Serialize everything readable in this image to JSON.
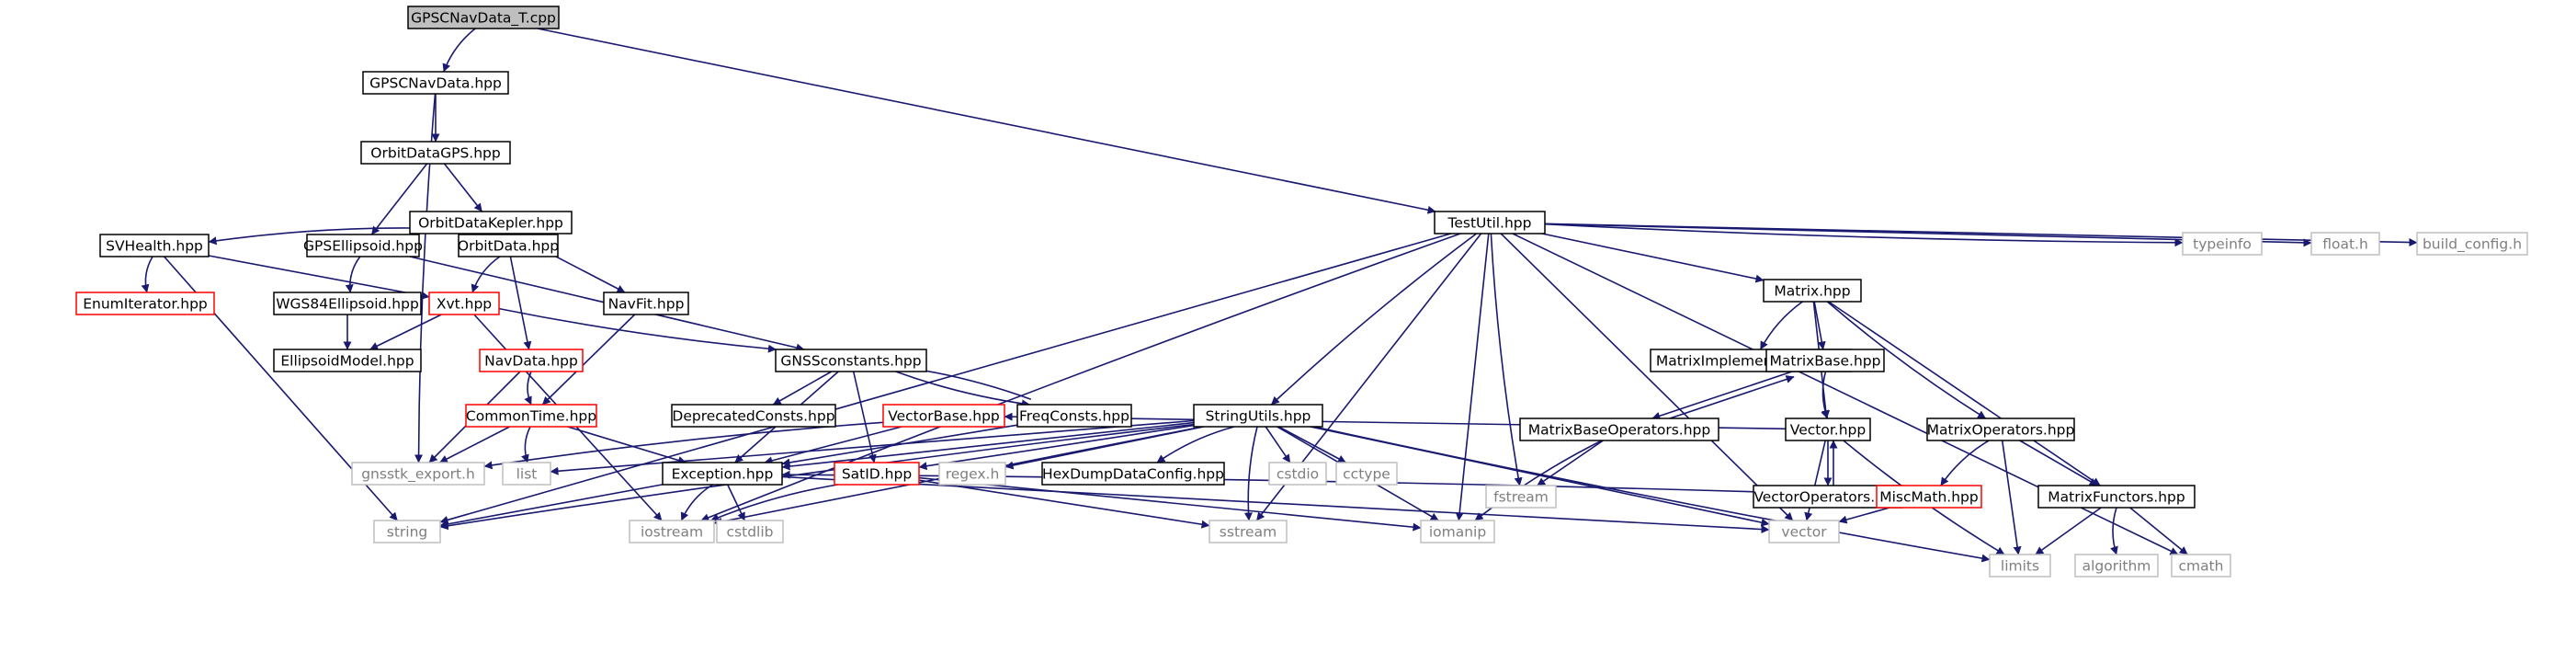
{
  "graph": {
    "colors": {
      "edge": "#191970",
      "root_fill": "#bfbfbf",
      "doc_border": "#000000",
      "doc_text": "#000000",
      "trunc_border": "#ff0000",
      "trunc_text": "#000000",
      "sys_border": "#bfbfbf",
      "sys_text": "#7f7f7f"
    },
    "nodes": [
      {
        "id": "root",
        "label": "GPSCNavData_T.cpp",
        "kind": "root"
      },
      {
        "id": "gpscnavdata",
        "label": "GPSCNavData.hpp",
        "kind": "doc"
      },
      {
        "id": "testutil",
        "label": "TestUtil.hpp",
        "kind": "doc"
      },
      {
        "id": "orbitdatagps",
        "label": "OrbitDataGPS.hpp",
        "kind": "doc"
      },
      {
        "id": "orbitdatakepler",
        "label": "OrbitDataKepler.hpp",
        "kind": "doc"
      },
      {
        "id": "svhealth",
        "label": "SVHealth.hpp",
        "kind": "doc"
      },
      {
        "id": "gpsellipsoid",
        "label": "GPSEllipsoid.hpp",
        "kind": "doc"
      },
      {
        "id": "orbitdata",
        "label": "OrbitData.hpp",
        "kind": "doc"
      },
      {
        "id": "enumiterator",
        "label": "EnumIterator.hpp",
        "kind": "trunc"
      },
      {
        "id": "wgs84",
        "label": "WGS84Ellipsoid.hpp",
        "kind": "doc"
      },
      {
        "id": "xvt",
        "label": "Xvt.hpp",
        "kind": "trunc"
      },
      {
        "id": "navfit",
        "label": "NavFit.hpp",
        "kind": "doc"
      },
      {
        "id": "ellipsoidmodel",
        "label": "EllipsoidModel.hpp",
        "kind": "doc"
      },
      {
        "id": "navdata",
        "label": "NavData.hpp",
        "kind": "trunc"
      },
      {
        "id": "gnssconstants",
        "label": "GNSSconstants.hpp",
        "kind": "doc"
      },
      {
        "id": "commontime",
        "label": "CommonTime.hpp",
        "kind": "trunc"
      },
      {
        "id": "deprecated",
        "label": "DeprecatedConsts.hpp",
        "kind": "doc"
      },
      {
        "id": "vectorbase",
        "label": "VectorBase.hpp",
        "kind": "trunc"
      },
      {
        "id": "freqconsts",
        "label": "FreqConsts.hpp",
        "kind": "doc"
      },
      {
        "id": "stringutils",
        "label": "StringUtils.hpp",
        "kind": "doc"
      },
      {
        "id": "gnsstk_export",
        "label": "gnsstk_export.h",
        "kind": "sys"
      },
      {
        "id": "list",
        "label": "list",
        "kind": "sys"
      },
      {
        "id": "exception",
        "label": "Exception.hpp",
        "kind": "doc"
      },
      {
        "id": "satid",
        "label": "SatID.hpp",
        "kind": "trunc"
      },
      {
        "id": "regex",
        "label": "regex.h",
        "kind": "sys"
      },
      {
        "id": "hexdump",
        "label": "HexDumpDataConfig.hpp",
        "kind": "doc"
      },
      {
        "id": "cstdio",
        "label": "cstdio",
        "kind": "sys"
      },
      {
        "id": "cctype",
        "label": "cctype",
        "kind": "sys"
      },
      {
        "id": "string",
        "label": "string",
        "kind": "sys"
      },
      {
        "id": "iostream",
        "label": "iostream",
        "kind": "sys"
      },
      {
        "id": "cstdlib",
        "label": "cstdlib",
        "kind": "sys"
      },
      {
        "id": "sstream",
        "label": "sstream",
        "kind": "sys"
      },
      {
        "id": "iomanip",
        "label": "iomanip",
        "kind": "sys"
      },
      {
        "id": "vector",
        "label": "vector",
        "kind": "sys"
      },
      {
        "id": "matrix",
        "label": "Matrix.hpp",
        "kind": "doc"
      },
      {
        "id": "matriximpl",
        "label": "MatrixImplementation.hpp",
        "kind": "doc"
      },
      {
        "id": "matrixbase",
        "label": "MatrixBase.hpp",
        "kind": "doc"
      },
      {
        "id": "matrixbaseops",
        "label": "MatrixBaseOperators.hpp",
        "kind": "doc"
      },
      {
        "id": "vectorhpp",
        "label": "Vector.hpp",
        "kind": "doc"
      },
      {
        "id": "fstream",
        "label": "fstream",
        "kind": "sys"
      },
      {
        "id": "vectorops",
        "label": "VectorOperators.hpp",
        "kind": "doc"
      },
      {
        "id": "matrixops",
        "label": "MatrixOperators.hpp",
        "kind": "doc"
      },
      {
        "id": "miscmath",
        "label": "MiscMath.hpp",
        "kind": "trunc"
      },
      {
        "id": "matrixfunctors",
        "label": "MatrixFunctors.hpp",
        "kind": "doc"
      },
      {
        "id": "limits",
        "label": "limits",
        "kind": "sys"
      },
      {
        "id": "algorithm",
        "label": "algorithm",
        "kind": "sys"
      },
      {
        "id": "cmath",
        "label": "cmath",
        "kind": "sys"
      },
      {
        "id": "typeinfo",
        "label": "typeinfo",
        "kind": "sys"
      },
      {
        "id": "floath",
        "label": "float.h",
        "kind": "sys"
      },
      {
        "id": "buildconfig",
        "label": "build_config.h",
        "kind": "sys"
      }
    ],
    "edges": [
      [
        "root",
        "gpscnavdata"
      ],
      [
        "root",
        "testutil"
      ],
      [
        "gpscnavdata",
        "orbitdatagps"
      ],
      [
        "gpscnavdata",
        "gnsstk_export"
      ],
      [
        "orbitdatagps",
        "orbitdatakepler"
      ],
      [
        "orbitdatagps",
        "gpsellipsoid"
      ],
      [
        "orbitdatakepler",
        "svhealth"
      ],
      [
        "orbitdatakepler",
        "orbitdata"
      ],
      [
        "orbitdatakepler",
        "navfit"
      ],
      [
        "svhealth",
        "enumiterator"
      ],
      [
        "svhealth",
        "xvt"
      ],
      [
        "svhealth",
        "string"
      ],
      [
        "gpsellipsoid",
        "wgs84"
      ],
      [
        "gpsellipsoid",
        "gnssconstants"
      ],
      [
        "wgs84",
        "ellipsoidmodel"
      ],
      [
        "orbitdata",
        "xvt"
      ],
      [
        "orbitdata",
        "navdata"
      ],
      [
        "xvt",
        "ellipsoidmodel"
      ],
      [
        "xvt",
        "gnssconstants"
      ],
      [
        "xvt",
        "iostream"
      ],
      [
        "navfit",
        "commontime"
      ],
      [
        "navdata",
        "commontime"
      ],
      [
        "navdata",
        "gnsstk_export"
      ],
      [
        "commontime",
        "gnsstk_export"
      ],
      [
        "commontime",
        "list"
      ],
      [
        "commontime",
        "exception"
      ],
      [
        "gnssconstants",
        "deprecated"
      ],
      [
        "gnssconstants",
        "freqconsts"
      ],
      [
        "gnssconstants",
        "exception"
      ],
      [
        "gnssconstants",
        "satid"
      ],
      [
        "freqconsts",
        "gnssconstants"
      ],
      [
        "freqconsts",
        "exception"
      ],
      [
        "vectorbase",
        "exception"
      ],
      [
        "vectorbase",
        "gnsstk_export"
      ],
      [
        "stringutils",
        "exception"
      ],
      [
        "stringutils",
        "list"
      ],
      [
        "stringutils",
        "string"
      ],
      [
        "stringutils",
        "iostream"
      ],
      [
        "stringutils",
        "regex"
      ],
      [
        "stringutils",
        "hexdump"
      ],
      [
        "stringutils",
        "cstdio"
      ],
      [
        "stringutils",
        "cctype"
      ],
      [
        "stringutils",
        "sstream"
      ],
      [
        "stringutils",
        "iomanip"
      ],
      [
        "stringutils",
        "vector"
      ],
      [
        "stringutils",
        "limits"
      ],
      [
        "stringutils",
        "satid"
      ],
      [
        "exception",
        "string"
      ],
      [
        "exception",
        "iostream"
      ],
      [
        "exception",
        "cstdlib"
      ],
      [
        "exception",
        "vector"
      ],
      [
        "satid",
        "iostream"
      ],
      [
        "satid",
        "sstream"
      ],
      [
        "satid",
        "iomanip"
      ],
      [
        "testutil",
        "stringutils"
      ],
      [
        "testutil",
        "matrix"
      ],
      [
        "testutil",
        "string"
      ],
      [
        "testutil",
        "iostream"
      ],
      [
        "testutil",
        "sstream"
      ],
      [
        "testutil",
        "iomanip"
      ],
      [
        "testutil",
        "fstream"
      ],
      [
        "testutil",
        "vector"
      ],
      [
        "testutil",
        "cmath"
      ],
      [
        "testutil",
        "typeinfo"
      ],
      [
        "testutil",
        "floath"
      ],
      [
        "testutil",
        "buildconfig"
      ],
      [
        "matrix",
        "matriximpl"
      ],
      [
        "matrix",
        "matrixbase"
      ],
      [
        "matrix",
        "vectorhpp"
      ],
      [
        "matrix",
        "matrixops"
      ],
      [
        "matrix",
        "matrixfunctors"
      ],
      [
        "matrixbase",
        "matrixbaseops"
      ],
      [
        "matrixbase",
        "vectorhpp"
      ],
      [
        "matrixbaseops",
        "matrixbase"
      ],
      [
        "matrixbaseops",
        "fstream"
      ],
      [
        "matrixbaseops",
        "iomanip"
      ],
      [
        "vectorhpp",
        "vectorbase"
      ],
      [
        "vectorhpp",
        "vectorops"
      ],
      [
        "vectorhpp",
        "limits"
      ],
      [
        "vectorhpp",
        "vector"
      ],
      [
        "vectorops",
        "vectorhpp"
      ],
      [
        "matrixops",
        "miscmath"
      ],
      [
        "matrixops",
        "matrixfunctors"
      ],
      [
        "matrixops",
        "limits"
      ],
      [
        "miscmath",
        "exception"
      ],
      [
        "miscmath",
        "vector"
      ],
      [
        "matrixfunctors",
        "limits"
      ],
      [
        "matrixfunctors",
        "algorithm"
      ],
      [
        "matrixfunctors",
        "cmath"
      ]
    ]
  }
}
